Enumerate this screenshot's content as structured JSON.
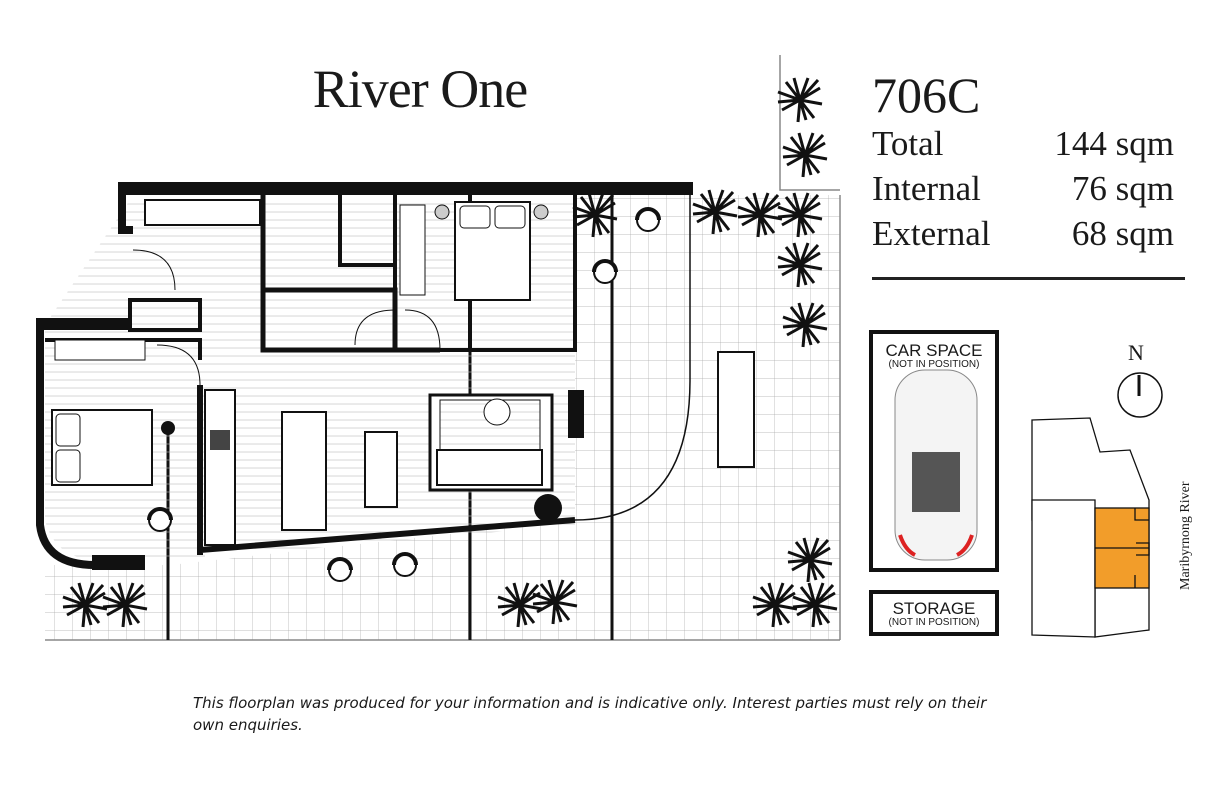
{
  "header": {
    "title": "River One"
  },
  "unit": {
    "number": "706C",
    "areas": [
      {
        "label": "Total",
        "value": "144 sqm"
      },
      {
        "label": "Internal",
        "value": "76 sqm"
      },
      {
        "label": "External",
        "value": "68 sqm"
      }
    ]
  },
  "car_space": {
    "label": "CAR SPACE",
    "note": "(NOT IN POSITION)"
  },
  "storage": {
    "label": "STORAGE",
    "note": "(NOT IN POSITION)"
  },
  "compass": {
    "label": "N"
  },
  "site_plan": {
    "river_label": "Maribyrnong River",
    "highlight_color": "#f29d2a"
  },
  "disclaimer": "This floorplan was produced for your information and is indicative only. Interest parties must rely on their own enquiries."
}
